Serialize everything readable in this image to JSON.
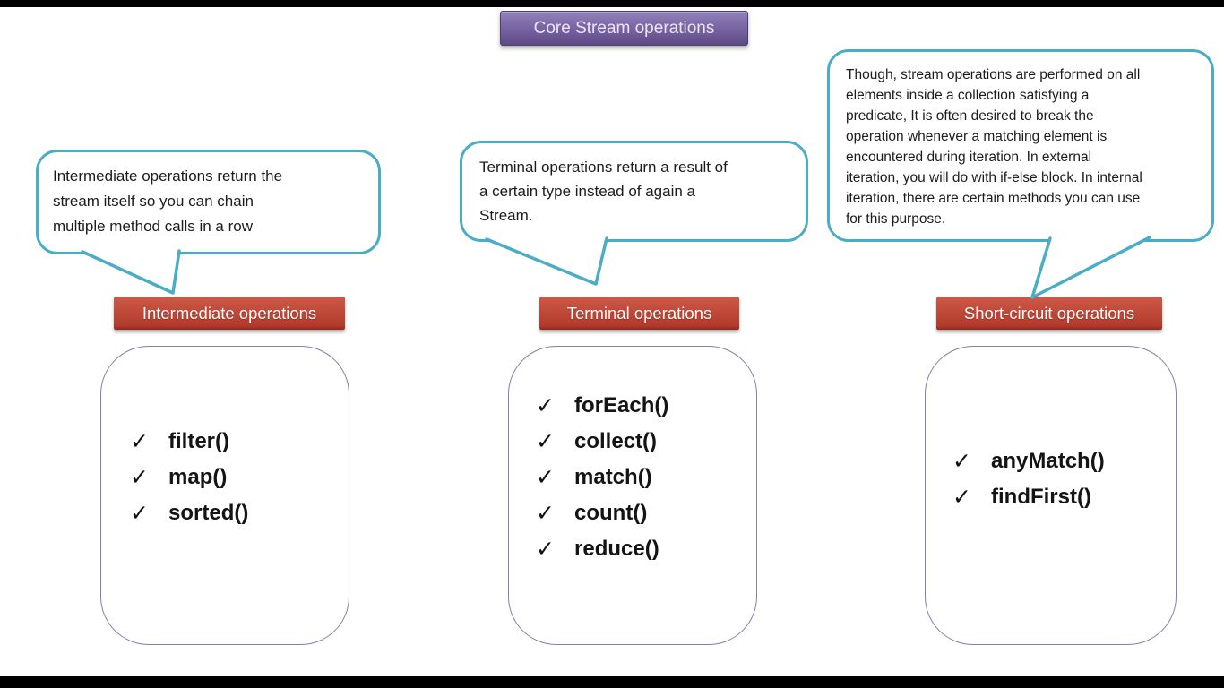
{
  "title": "Core Stream operations",
  "check_glyph": "✓",
  "colors": {
    "title_purple": "#7a67a6",
    "callout_teal": "#4bacc6",
    "header_red": "#bf4233",
    "listbox_border_purple": "#8c7ab0",
    "letterbox": "#000000",
    "background": "#ffffff"
  },
  "columns": [
    {
      "header": "Intermediate operations",
      "callout_lines": [
        "Intermediate operations return the",
        "stream itself so you can chain",
        "multiple method calls in a row"
      ],
      "items": [
        "filter()",
        "map()",
        "sorted()"
      ]
    },
    {
      "header": "Terminal operations",
      "callout_lines": [
        "Terminal operations return a result of",
        "a certain type instead of again a",
        "Stream."
      ],
      "items": [
        "forEach()",
        "collect()",
        "match()",
        "count()",
        "reduce()"
      ]
    },
    {
      "header": "Short-circuit operations",
      "callout_lines": [
        "Though, stream operations are performed on all",
        "elements inside a collection satisfying a",
        "predicate, It is often desired to break the",
        "operation whenever a matching element is",
        "encountered during iteration. In external",
        "iteration, you will do with if-else block. In internal",
        "iteration, there are certain methods you can use",
        "for this purpose."
      ],
      "items": [
        "anyMatch()",
        "findFirst()"
      ]
    }
  ]
}
